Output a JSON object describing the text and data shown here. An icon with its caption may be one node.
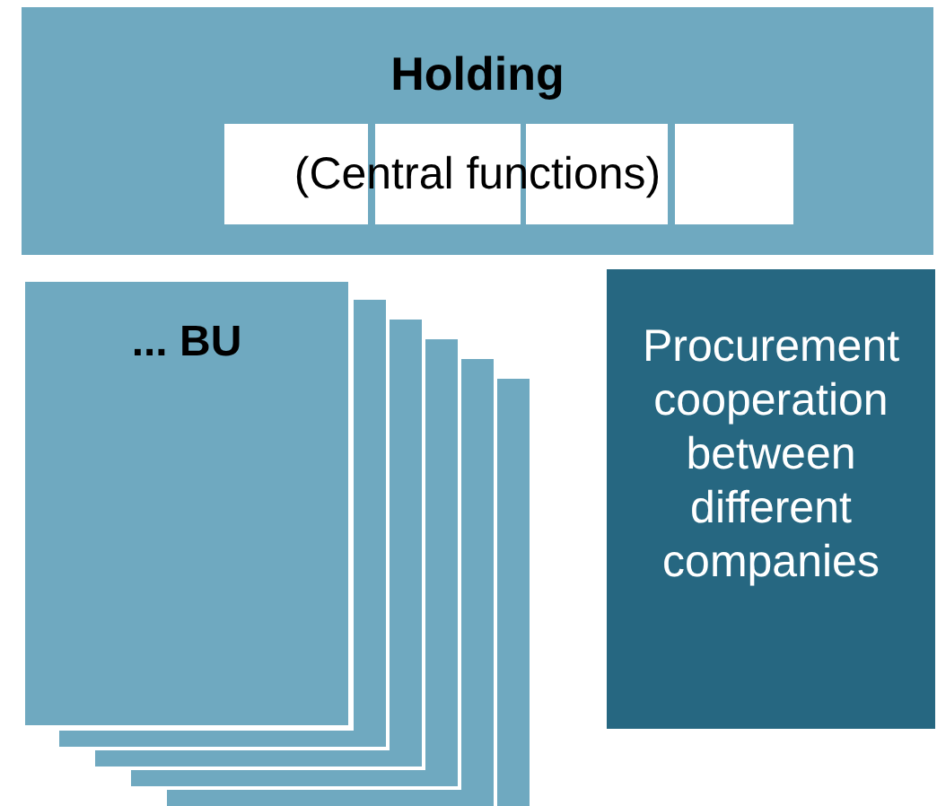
{
  "diagram": {
    "nodes": [
      {
        "text": [
          "Holding",
          "(Central functions)"
        ]
      },
      {
        "text": [
          "... BU"
        ]
      },
      {
        "text": [
          "Procurement cooperation between different companies"
        ]
      }
    ],
    "edges": []
  }
}
